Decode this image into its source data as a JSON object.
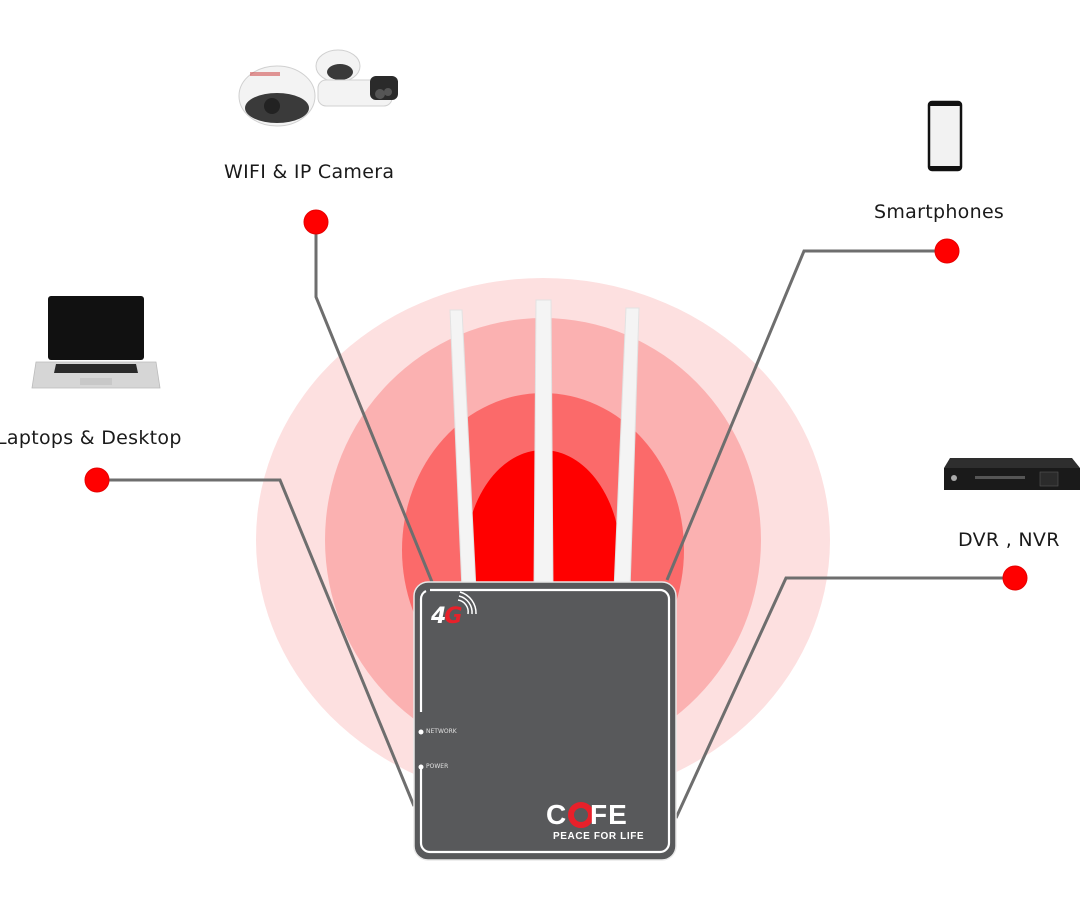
{
  "hub": {
    "brand": "COFE",
    "brand_pre": "C",
    "brand_o": "O",
    "brand_post": "FE",
    "tagline": "PEACE FOR LIFE",
    "badge_digit": "4",
    "badge_letter": "G",
    "indicators": [
      {
        "label": "NETWORK"
      },
      {
        "label": "POWER"
      }
    ]
  },
  "devices": [
    {
      "id": "camera",
      "label": "WIFI & IP Camera",
      "icon": "cctv-camera-icon"
    },
    {
      "id": "smartphone",
      "label": "Smartphones",
      "icon": "smartphone-icon"
    },
    {
      "id": "laptop",
      "label": "Laptops & Desktop",
      "icon": "laptop-icon"
    },
    {
      "id": "dvr",
      "label": "DVR , NVR",
      "icon": "dvr-recorder-icon"
    }
  ],
  "colors": {
    "accent": "#ff0000",
    "ring1": "#fde0e0",
    "ring2": "#fbb1b1",
    "ring3": "#fb6a6a",
    "ring4": "#ff0000",
    "router_body": "#58595b",
    "connector": "#6e6e6e"
  }
}
